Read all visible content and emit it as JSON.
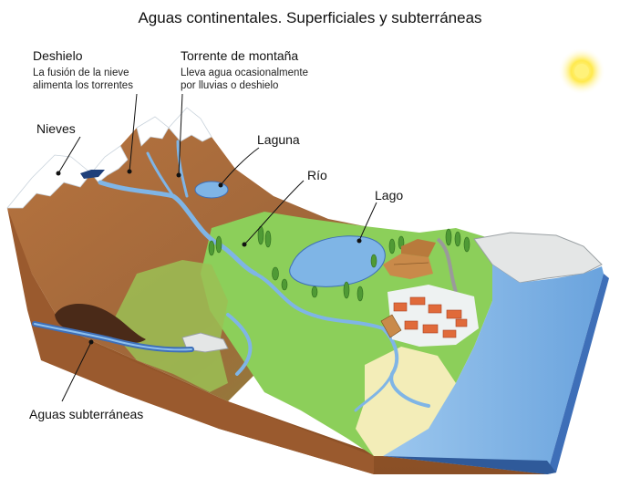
{
  "title": "Aguas continentales.  Superficiales y subterráneas",
  "labels": {
    "deshielo": {
      "title": "Deshielo",
      "line1": "La fusión de la nieve",
      "line2": "alimenta los torrentes"
    },
    "torrente": {
      "title": "Torrente de montaña",
      "line1": "Lleva agua ocasionalmente",
      "line2": "por lluvias o deshielo"
    },
    "nieves": "Nieves",
    "laguna": "Laguna",
    "rio": "Río",
    "lago": "Lago",
    "aguas_subterraneas": "Aguas subterráneas"
  },
  "colors": {
    "mountain": "#a86b3c",
    "soil_side": "#9b5a30",
    "grass": "#8ccf5a",
    "water": "#7fb5e6",
    "sea_side": "#3e6fb8",
    "snow": "#ffffff",
    "sun": "#ffe94d"
  }
}
